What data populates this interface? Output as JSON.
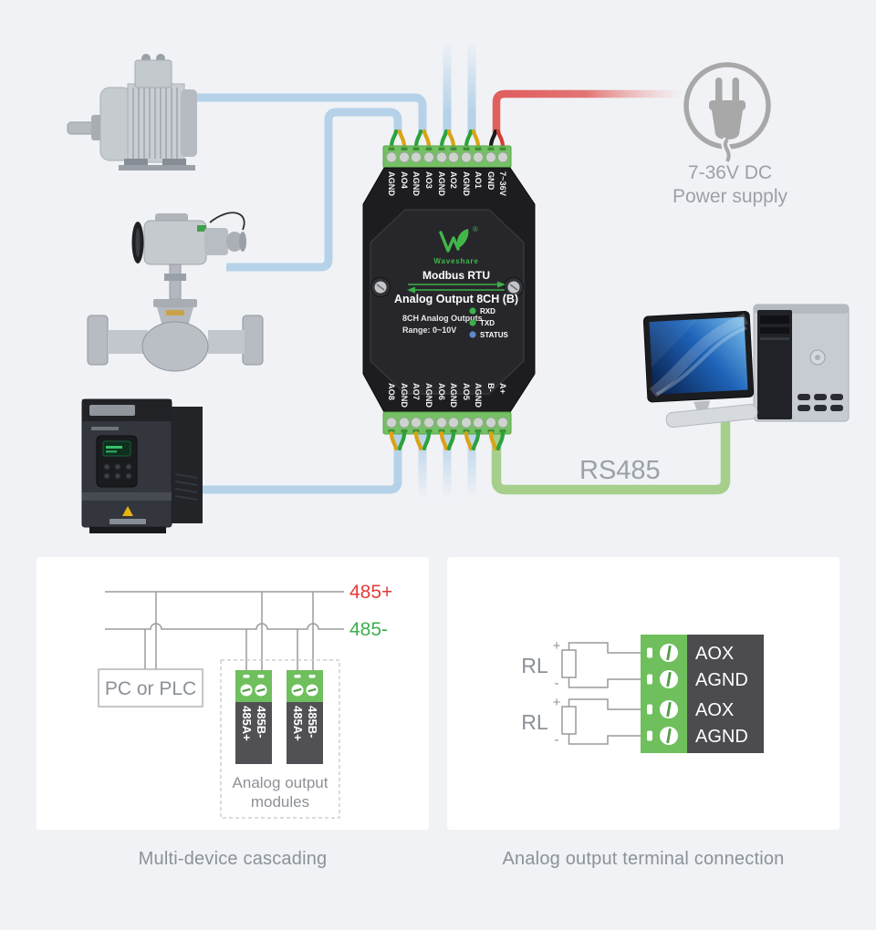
{
  "device": {
    "brand": "Waveshare",
    "reg_mark": "®",
    "product_line": "Modbus RTU",
    "product_name": "Analog Output 8CH (B)",
    "spec_line1": "8CH Analog Outputs",
    "spec_line2": "Range:  0~10V",
    "leds": [
      {
        "label": "RXD",
        "color": "#3db04b"
      },
      {
        "label": "TXD",
        "color": "#3db04b"
      },
      {
        "label": "STATUS",
        "color": "#6188c9"
      }
    ],
    "top_terminals": [
      "AGND",
      "AO4",
      "AGND",
      "AO3",
      "AGND",
      "AO2",
      "AGND",
      "AO1",
      "GND",
      "7~36V"
    ],
    "bottom_terminals": [
      "AO8",
      "AGND",
      "AO7",
      "AGND",
      "AO6",
      "AGND",
      "AO5",
      "AGND",
      "B-",
      "A+"
    ]
  },
  "power": {
    "line1": "7-36V DC",
    "line2": "Power supply"
  },
  "bus_label": "RS485",
  "cascade": {
    "caption": "Multi-device cascading",
    "bus_plus": "485+",
    "bus_minus": "485-",
    "host_label": "PC or PLC",
    "module_terminal_a": "485A+",
    "module_terminal_b": "485B-",
    "group_label_line1": "Analog output",
    "group_label_line2": "modules"
  },
  "terminal_connection": {
    "caption": "Analog output terminal connection",
    "load_label": "RL",
    "plus": "+",
    "minus": "-",
    "rows": [
      "AOX",
      "AGND",
      "AOX",
      "AGND"
    ]
  },
  "colors": {
    "background": "#f0f2f5",
    "accent_green": "#3db04b",
    "wire_blue": "#b5d2e9",
    "wire_green": "#a5cf8b",
    "wire_red": "#e15f5f",
    "label_red": "#e23b3b",
    "label_green": "#3eae4f",
    "terminal_green": "#6fbf5d",
    "dark_panel": "#4c4c4f",
    "muted_text": "#9aa1a9"
  }
}
